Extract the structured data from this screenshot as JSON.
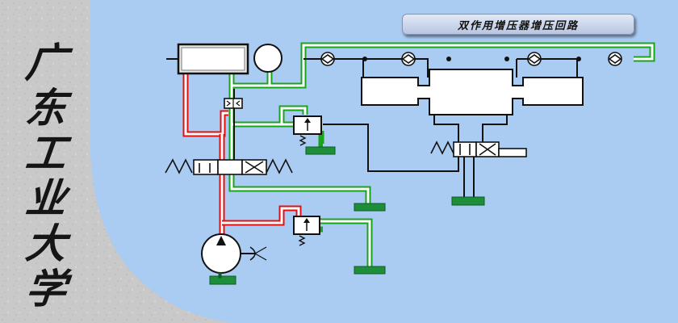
{
  "diagram": {
    "title": "双作用增压器增压回路",
    "side_title": [
      "广",
      "东",
      "工",
      "业",
      "大",
      "学"
    ]
  },
  "colors": {
    "background_left": "#c7c7c7",
    "background_right": "#aacbf2",
    "pressure_line": "#e60f0f",
    "return_line": "#19a519",
    "control_line": "#111111",
    "tank": "#1f8e3b"
  }
}
